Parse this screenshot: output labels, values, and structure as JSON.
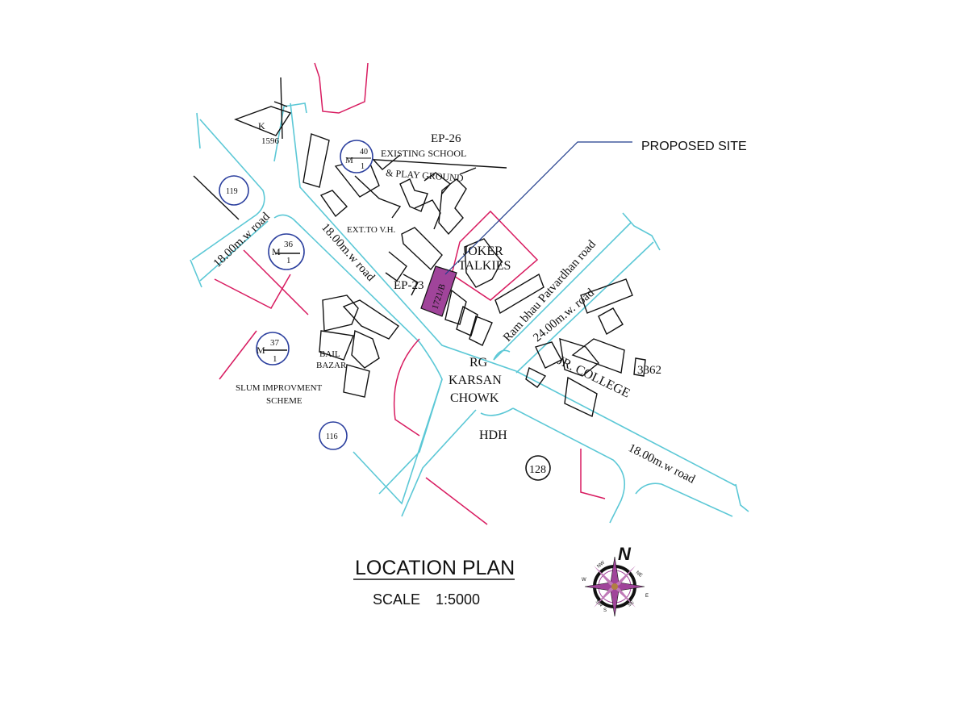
{
  "labels": {
    "ep26": "EP-26",
    "existing_school": "EXISTING SCHOOL",
    "play_ground": "& PLAY GROUND",
    "k": "K",
    "k_no": "1596",
    "c40_top": "40",
    "c40_m": "M",
    "c40_bottom": "1",
    "c119": "119",
    "c36_top": "36",
    "c36_m": "M",
    "c36_bottom": "1",
    "c37_top": "37",
    "c37_m": "M",
    "c37_bottom": "1",
    "c116": "116",
    "c128": "128",
    "road_18_left": "18.00m.w  road",
    "road_18_diag": "18.00m.w  road",
    "road_18_right": "18.00m.w  road",
    "road_24_name": "Ram bhau Patvardhan road",
    "road_24_width": "24.00m.w. road",
    "ext_vh": "EXT.TO V.H.",
    "ep23": "EP-23",
    "plot_id": "1721/B",
    "joker": "JOKER",
    "talkies": "TALKIES",
    "proposed_site": "PROPOSED SITE",
    "rg": "RG",
    "karsan": "KARSAN",
    "chowk": "CHOWK",
    "bail": "BAIL",
    "bazar": "BAZAR",
    "slum1": "SLUM IMPROVMENT",
    "slum2": "SCHEME",
    "hdh": "HDH",
    "jr_college": "JR. COLLEGE",
    "n3362": "3362"
  },
  "title": "LOCATION PLAN",
  "scale_label": "SCALE",
  "scale_value": "1:5000",
  "compass": {
    "north": "N",
    "nw": "NW",
    "ne": "NE",
    "sw": "SW",
    "se": "SE",
    "w": "W",
    "e": "E",
    "s": "S"
  },
  "colors": {
    "road": "#5cc8d6",
    "plot_boundary": "#d81b60",
    "proposed_site_fill": "#a0449a",
    "buildings": "#111111",
    "survey_circles": "#2b3f9e"
  }
}
